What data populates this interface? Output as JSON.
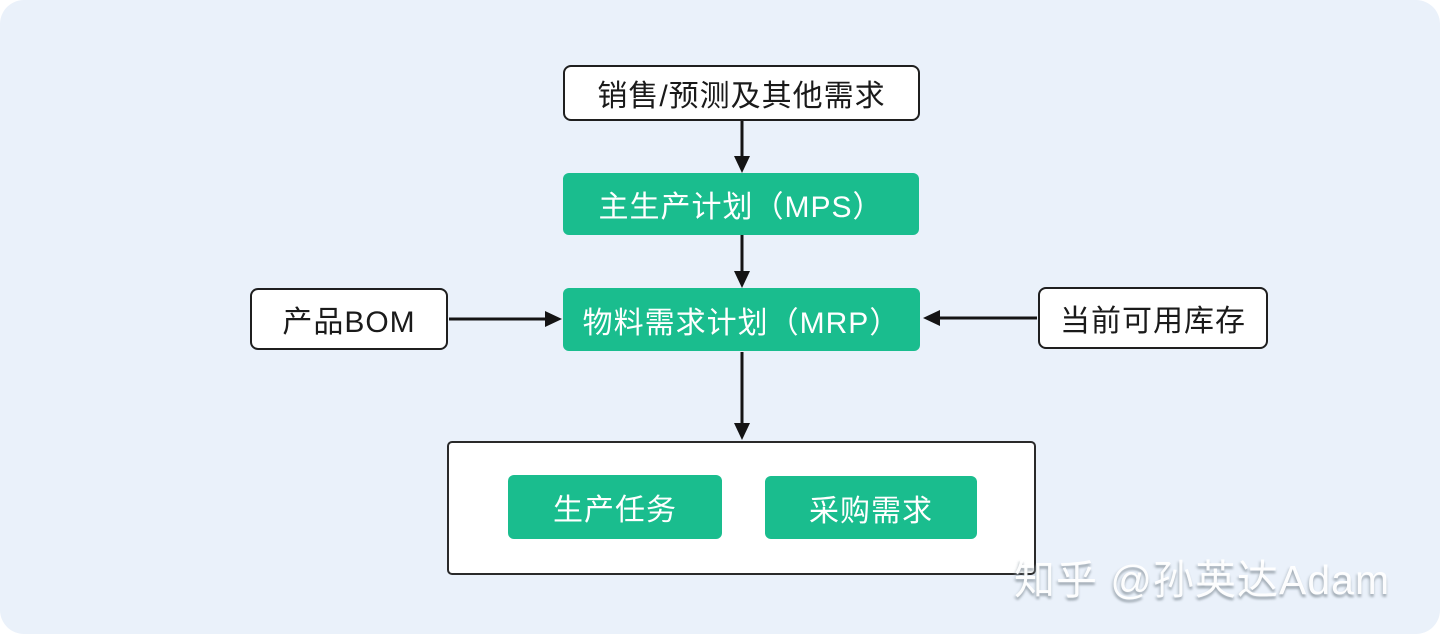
{
  "page": {
    "colors": {
      "green": "#1abd8e",
      "canvas": "#eaf1fa",
      "line": "#141414",
      "box_border": "#1f1f1f",
      "text": "#1a1a1a"
    }
  },
  "diagram": {
    "title": "",
    "nodes": {
      "demand": {
        "label": "销售/预测及其他需求",
        "style": "white-outline"
      },
      "mps": {
        "label": "主生产计划（MPS）",
        "style": "green-fill"
      },
      "bom": {
        "label": "产品BOM",
        "style": "white-outline"
      },
      "mrp": {
        "label": "物料需求计划（MRP）",
        "style": "green-fill"
      },
      "inventory": {
        "label": "当前可用库存",
        "style": "white-outline"
      },
      "production_task": {
        "label": "生产任务",
        "style": "green-fill"
      },
      "purchase_demand": {
        "label": "采购需求",
        "style": "green-fill"
      }
    },
    "edges": [
      {
        "from": "demand",
        "to": "mps",
        "direction": "down"
      },
      {
        "from": "mps",
        "to": "mrp",
        "direction": "down"
      },
      {
        "from": "bom",
        "to": "mrp",
        "direction": "right"
      },
      {
        "from": "inventory",
        "to": "mrp",
        "direction": "left"
      },
      {
        "from": "mrp",
        "to": "output-group",
        "direction": "down"
      }
    ]
  },
  "watermark": {
    "text": "知乎 @孙英达Adam"
  }
}
